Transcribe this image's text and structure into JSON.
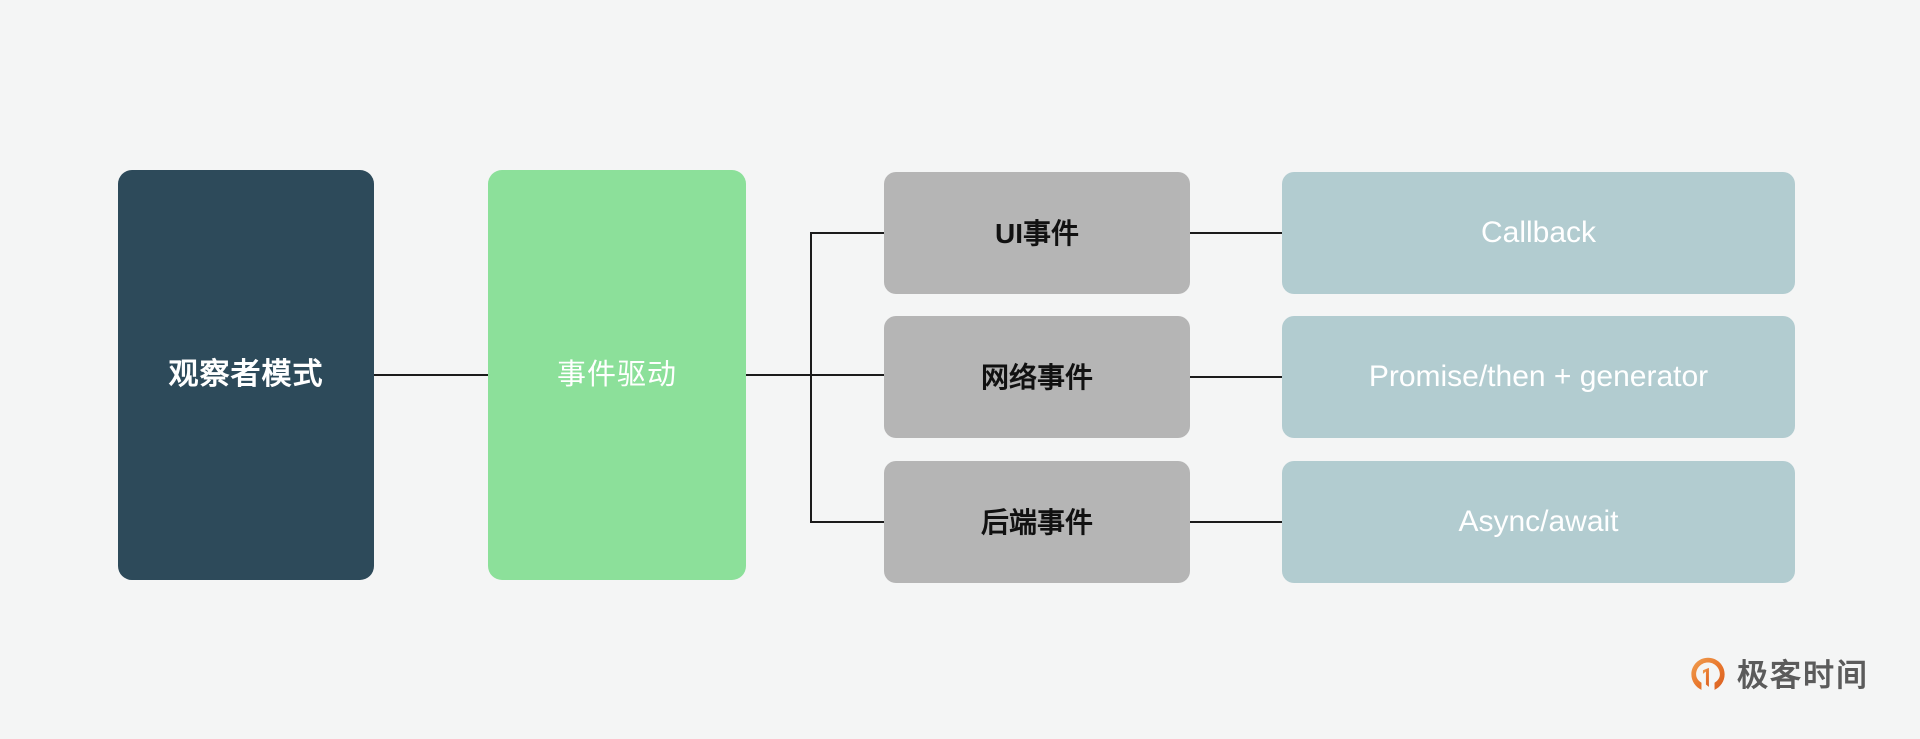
{
  "diagram": {
    "type": "flow-chart",
    "background_color": "#f4f5f5",
    "root": {
      "label": "观察者模式",
      "color": "#2d4a5a",
      "text_color": "#ffffff"
    },
    "driver": {
      "label": "事件驱动",
      "color": "#8ce09a",
      "text_color": "#ffffff"
    },
    "events": [
      {
        "label": "UI事件",
        "color": "#b5b5b5",
        "text_color": "#111111"
      },
      {
        "label": "网络事件",
        "color": "#b5b5b5",
        "text_color": "#111111"
      },
      {
        "label": "后端事件",
        "color": "#b5b5b5",
        "text_color": "#111111"
      }
    ],
    "solutions": [
      {
        "label": "Callback",
        "color": "#b2ccd0",
        "text_color": "#ffffff"
      },
      {
        "label": "Promise/then + generator",
        "color": "#b2ccd0",
        "text_color": "#ffffff"
      },
      {
        "label": "Async/await",
        "color": "#b2ccd0",
        "text_color": "#ffffff"
      }
    ],
    "connector_color": "#1b1b1b"
  },
  "watermark": {
    "brand": "极客时间",
    "logo_icon": "geektime-logo-icon",
    "logo_color": "#e8762c",
    "text_color": "#5b5b5b"
  }
}
